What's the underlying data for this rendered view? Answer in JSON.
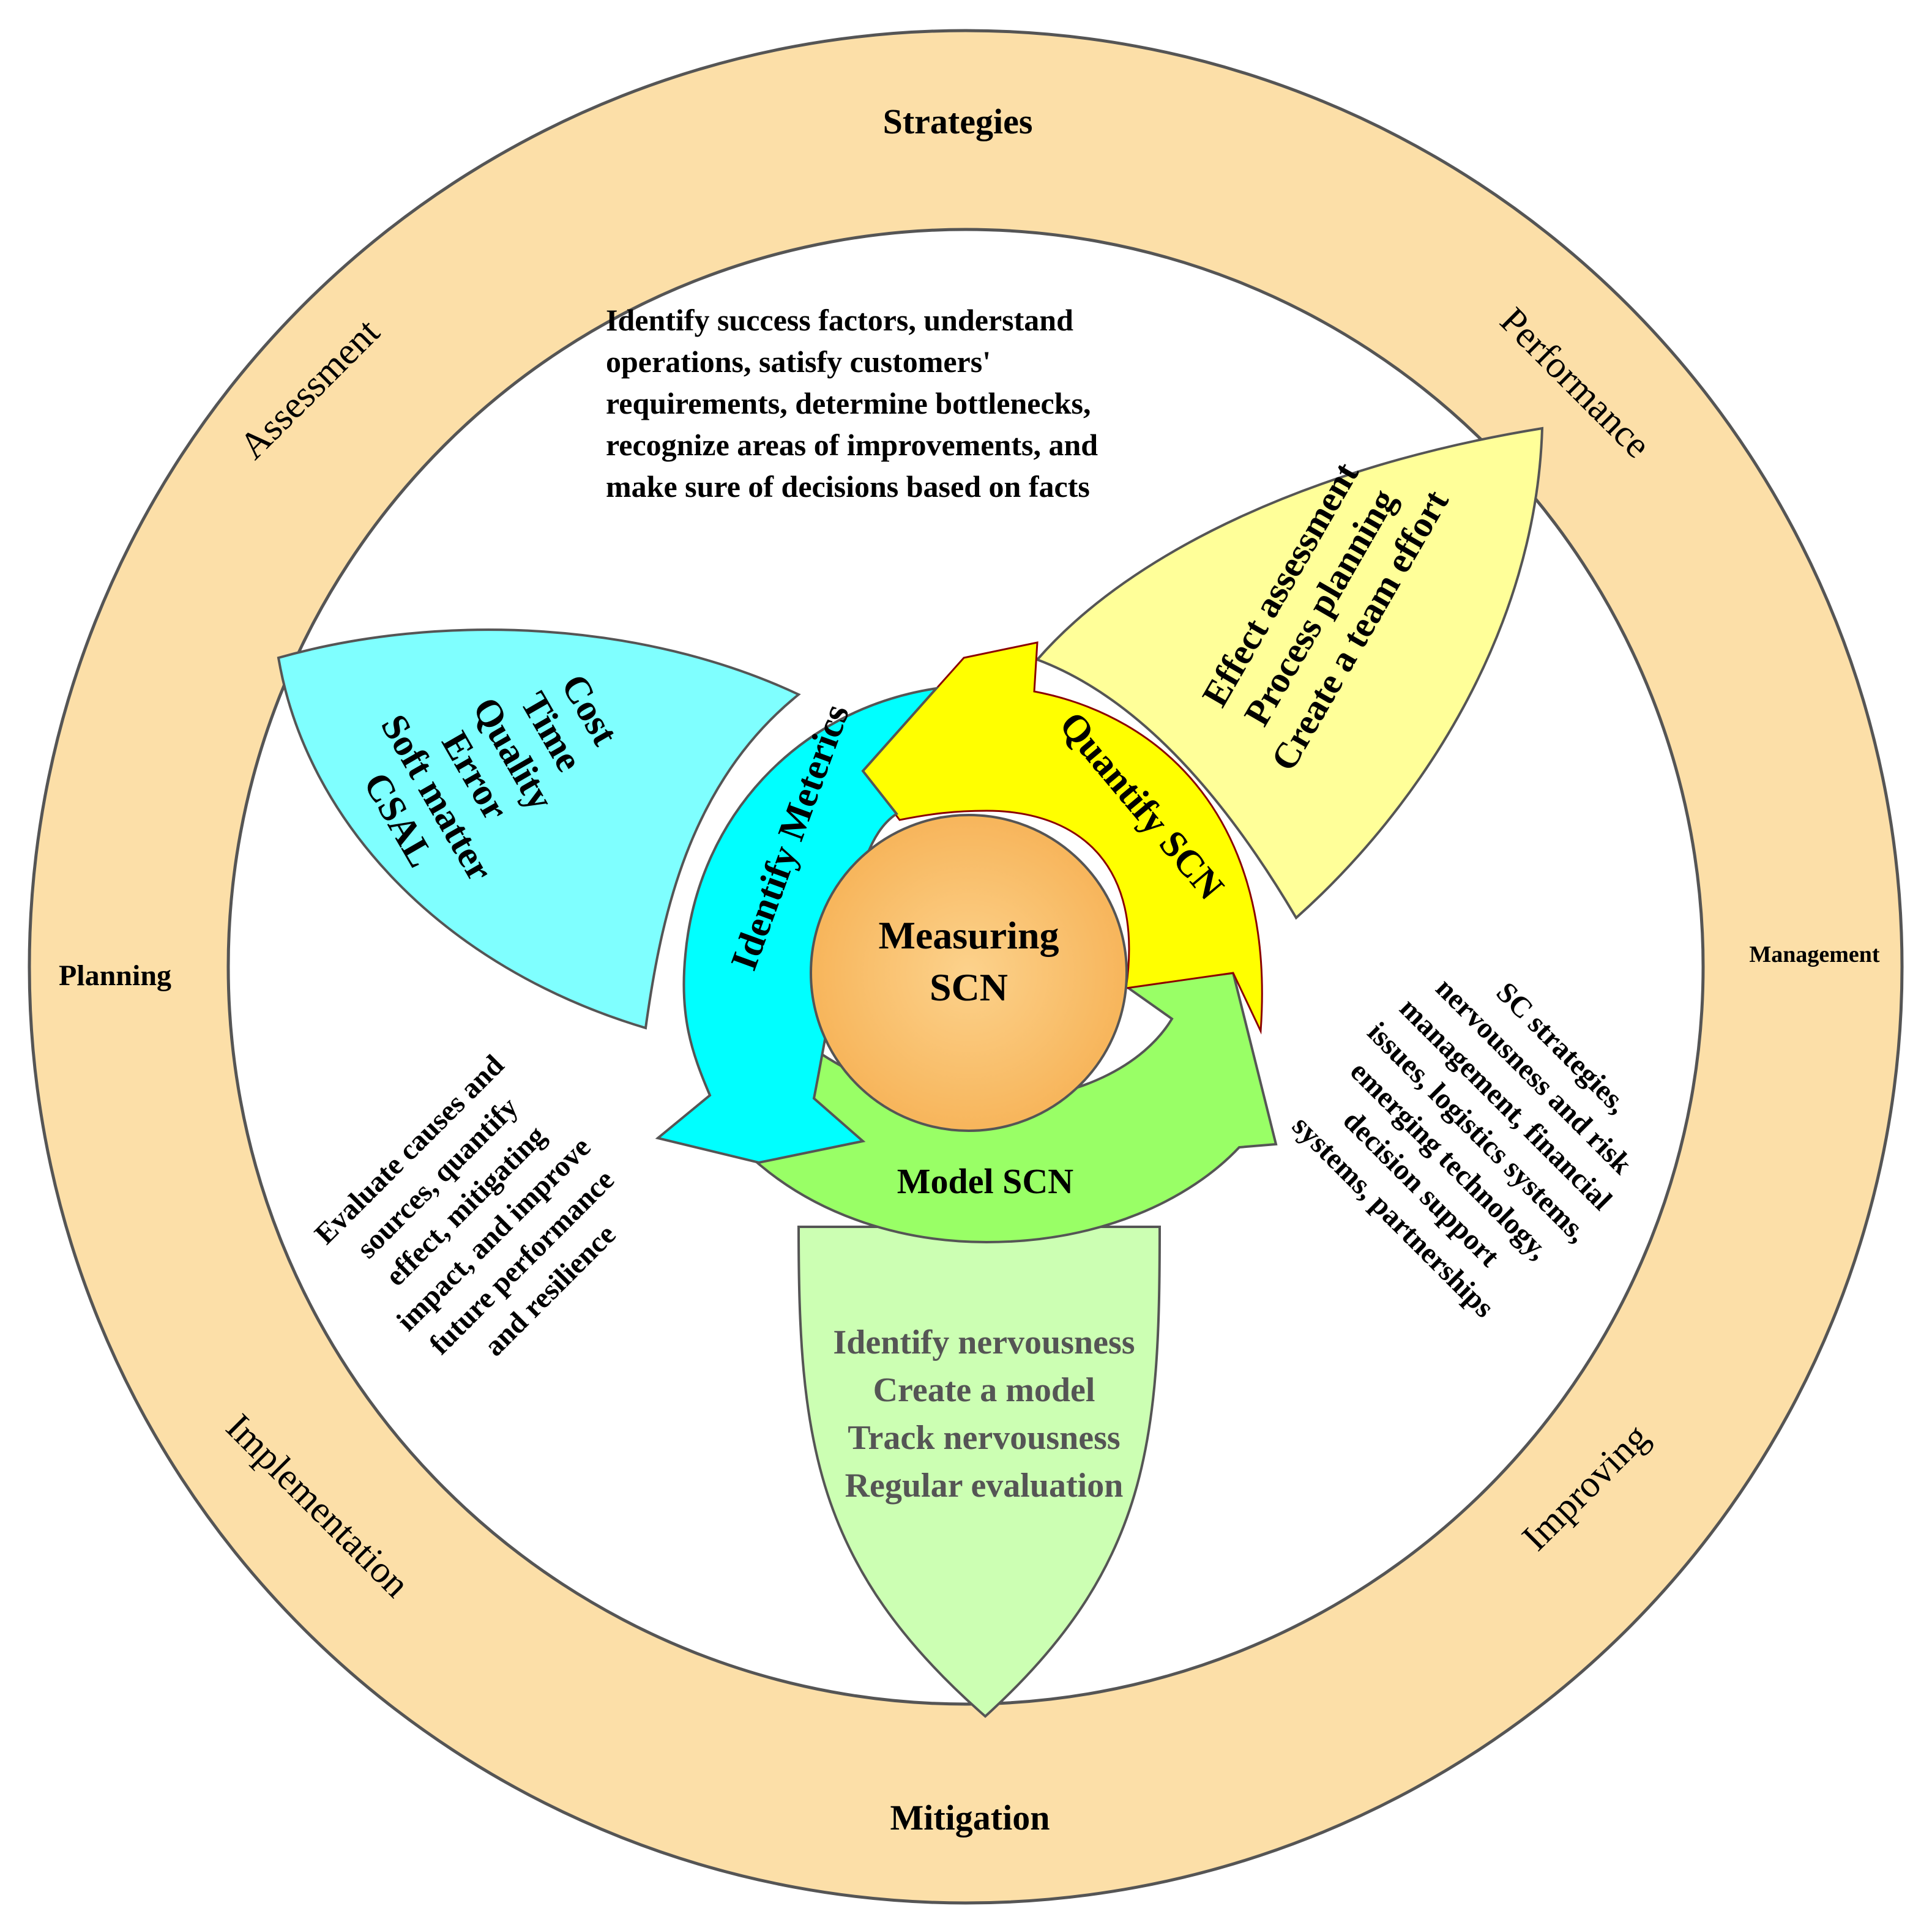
{
  "diagram": {
    "center": {
      "line1": "Measuring",
      "line2": "SCN"
    },
    "outer_ring": {
      "top": "Strategies",
      "bottom": "Mitigation",
      "left": "Planning",
      "right": "Management",
      "upper_left": "Assessment",
      "upper_right": "Performance",
      "lower_left": "Implementation",
      "lower_right": "Improving"
    },
    "cycle_arrows": {
      "identify": "Identify Meterics",
      "quantify": "Quantify SCN",
      "model": "Model SCN"
    },
    "top_text": [
      "Identify success factors, understand",
      "operations, satisfy customers'",
      "requirements, determine bottlenecks,",
      "recognize areas of improvements, and",
      "make sure of decisions based on facts"
    ],
    "cyan_petal": [
      "Cost",
      "Time",
      "Quality",
      "Error",
      "Soft matter",
      "CSAL"
    ],
    "yellow_petal": [
      "Effect assessment",
      "Process planning",
      "Create a team effort"
    ],
    "green_petal": [
      "Identify nervousness",
      "Create a model",
      "Track nervousness",
      "Regular evaluation"
    ],
    "left_text": [
      "Evaluate causes and",
      "sources, quantify",
      "effect, mitigating",
      "impact, and improve",
      "future performance",
      "and resilience"
    ],
    "right_text": [
      "SC strategies,",
      "nervousness and risk",
      "management, financial",
      "issues, logistics systems,",
      "emerging technology,",
      "decision support",
      "systems, partnerships"
    ],
    "colors": {
      "ring": "#FCDFA8",
      "cyan": "#7FFFFF",
      "cyan_arrow": "#00FFFF",
      "yellow": "#FFFF99",
      "yellow_arrow": "#FFFF00",
      "green_petal": "#CCFFB3",
      "green_arrow": "#99FF66",
      "center": "#F9B85A"
    }
  }
}
